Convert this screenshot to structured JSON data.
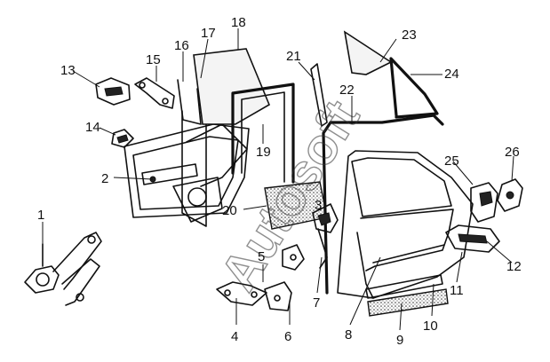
{
  "diagram": {
    "watermark_text": "Autosoft",
    "callouts": [
      "1",
      "2",
      "3",
      "4",
      "5",
      "6",
      "7",
      "8",
      "9",
      "10",
      "11",
      "12",
      "13",
      "14",
      "15",
      "16",
      "17",
      "18",
      "19",
      "20",
      "21",
      "22",
      "23",
      "24",
      "25",
      "26"
    ]
  }
}
